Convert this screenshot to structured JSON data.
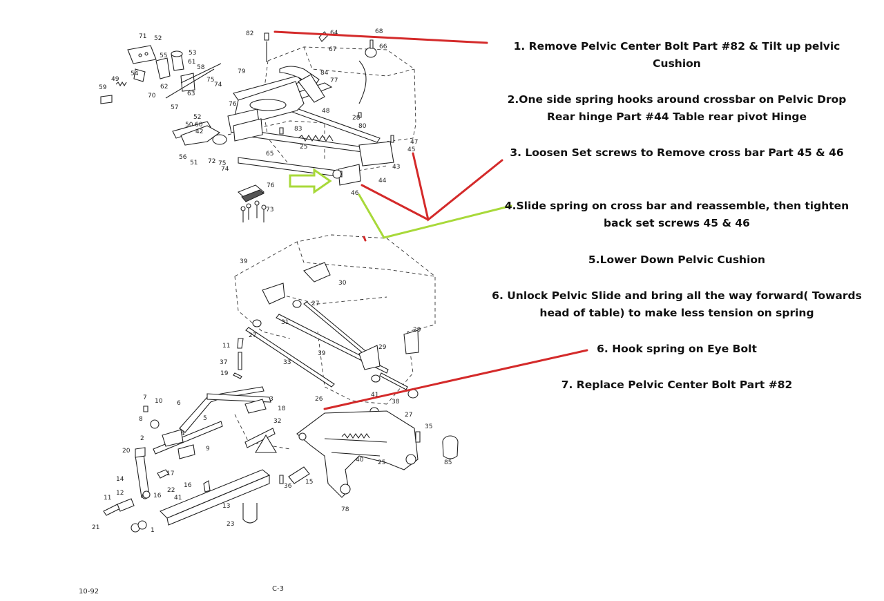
{
  "instructions": [
    {
      "id": "step1",
      "text": "1. Remove Pelvic Center Bolt  Part #82 & Tilt up pelvic Cushion"
    },
    {
      "id": "step2",
      "text": "2.One side spring hooks around crossbar on Pelvic Drop Rear hinge  Part #44  Table rear pivot Hinge"
    },
    {
      "id": "step3",
      "text": "3. Loosen Set screws to Remove cross bar Part 45 & 46"
    },
    {
      "id": "step4",
      "text": "4.Slide spring on cross bar and reassemble, then tighten back set screws 45 & 46"
    },
    {
      "id": "step5",
      "text": "5.Lower Down Pelvic Cushion"
    },
    {
      "id": "step6a",
      "text": "6. Unlock Pelvic Slide and bring all the way forward( Towards head of table) to make less tension on spring"
    },
    {
      "id": "step6b",
      "text": "6. Hook spring on Eye Bolt"
    },
    {
      "id": "step7",
      "text": "7. Replace Pelvic Center Bolt  Part #82"
    }
  ],
  "footer": {
    "date": "10-92",
    "page": "C-3"
  },
  "callouts_top": [
    "82",
    "64",
    "67",
    "68",
    "66",
    "71",
    "52",
    "55",
    "53",
    "61",
    "58",
    "49",
    "54",
    "62",
    "59",
    "70",
    "63",
    "75",
    "74",
    "57",
    "79",
    "84",
    "77",
    "76",
    "52",
    "60",
    "50",
    "42",
    "48",
    "28",
    "83",
    "80",
    "47",
    "45",
    "43",
    "25",
    "56",
    "51",
    "72",
    "75",
    "74",
    "65",
    "44",
    "46",
    "76",
    "73"
  ],
  "callouts_bottom": [
    "39",
    "30",
    "27",
    "31",
    "27",
    "29",
    "29",
    "11",
    "37",
    "19",
    "33",
    "39",
    "41",
    "38",
    "27",
    "7",
    "10",
    "6",
    "3",
    "18",
    "8",
    "5",
    "32",
    "2",
    "4",
    "9",
    "20",
    "26",
    "35",
    "40",
    "25",
    "85",
    "17",
    "14",
    "16",
    "15",
    "36",
    "22",
    "41",
    "13",
    "12",
    "16",
    "11",
    "23",
    "78",
    "21",
    "1"
  ],
  "annotation_colors": {
    "red": "#d42a2a",
    "green": "#a8d93a"
  }
}
